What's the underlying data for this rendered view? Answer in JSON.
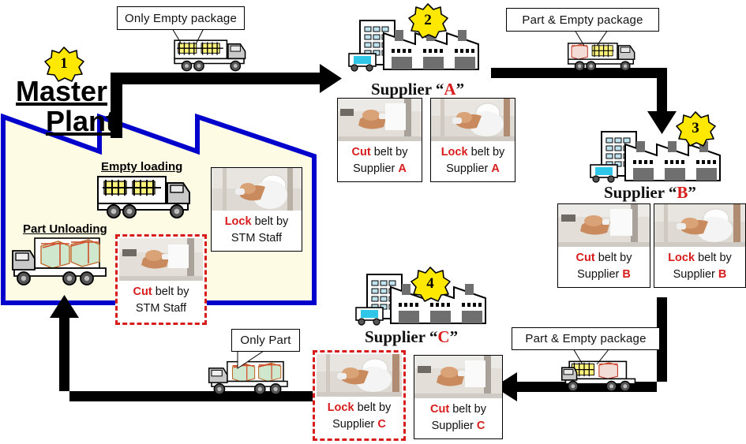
{
  "diagram": {
    "title": "Belt cut / lock responsibility flow between Master Plant and Suppliers",
    "accent_blue": "#0000CC",
    "accent_red": "#D81C1C",
    "badge_yellow": "#FFE800",
    "plant_fill": "#FDFBE4"
  },
  "master_plant": {
    "badge": "1",
    "title_line1": "Master",
    "title_line2": "Plant",
    "labels": {
      "empty_loading": "Empty loading",
      "part_unloading": "Part Unloading"
    },
    "cards": [
      {
        "name": "lock-belt-stm",
        "action": "Lock",
        "action_suffix": " belt by",
        "actor": "STM Staff",
        "actor_key": "",
        "highlight": false,
        "photo": "lock-belt-photo"
      },
      {
        "name": "cut-belt-stm",
        "action": "Cut",
        "action_suffix": " belt by",
        "actor": "STM Staff",
        "actor_key": "",
        "highlight": true,
        "photo": "cut-belt-photo"
      }
    ]
  },
  "suppliers": [
    {
      "id": "A",
      "badge": "2",
      "title_prefix": "Supplier “",
      "title_letter": "A",
      "title_suffix": "”",
      "cards": [
        {
          "name": "cut-belt-supplier-a",
          "action": "Cut",
          "action_suffix": " belt by",
          "actor": "Supplier ",
          "actor_key": "A",
          "highlight": false,
          "photo": "cut-belt-photo"
        },
        {
          "name": "lock-belt-supplier-a",
          "action": "Lock",
          "action_suffix": " belt by",
          "actor": "Supplier ",
          "actor_key": "A",
          "highlight": false,
          "photo": "lock-belt-photo"
        }
      ]
    },
    {
      "id": "B",
      "badge": "3",
      "title_prefix": "Supplier “",
      "title_letter": "B",
      "title_suffix": "”",
      "cards": [
        {
          "name": "cut-belt-supplier-b",
          "action": "Cut",
          "action_suffix": " belt by",
          "actor": "Supplier ",
          "actor_key": "B",
          "highlight": false,
          "photo": "cut-belt-photo"
        },
        {
          "name": "lock-belt-supplier-b",
          "action": "Lock",
          "action_suffix": " belt by",
          "actor": "Supplier ",
          "actor_key": "B",
          "highlight": false,
          "photo": "lock-belt-photo"
        }
      ]
    },
    {
      "id": "C",
      "badge": "4",
      "title_prefix": "Supplier “",
      "title_letter": "C",
      "title_suffix": "”",
      "cards": [
        {
          "name": "lock-belt-supplier-c",
          "action": "Lock",
          "action_suffix": " belt by",
          "actor": "Supplier ",
          "actor_key": "C",
          "highlight": true,
          "photo": "lock-belt-photo"
        },
        {
          "name": "cut-belt-supplier-c",
          "action": "Cut",
          "action_suffix": " belt by",
          "actor": "Supplier ",
          "actor_key": "C",
          "highlight": false,
          "photo": "cut-belt-photo"
        }
      ]
    }
  ],
  "transport_labels": {
    "top_left": "Only Empty package",
    "top_right": "Part & Empty package",
    "bottom_right": "Part & Empty package",
    "bottom_left": "Only Part"
  },
  "icons": {
    "star_badge": "star-badge-icon",
    "factory": "factory-icon",
    "truck_empty": "truck-empty-package-icon",
    "truck_part": "truck-part-icon",
    "truck_mixed": "truck-mixed-load-icon",
    "flow_arrow": "flow-arrow-icon"
  }
}
